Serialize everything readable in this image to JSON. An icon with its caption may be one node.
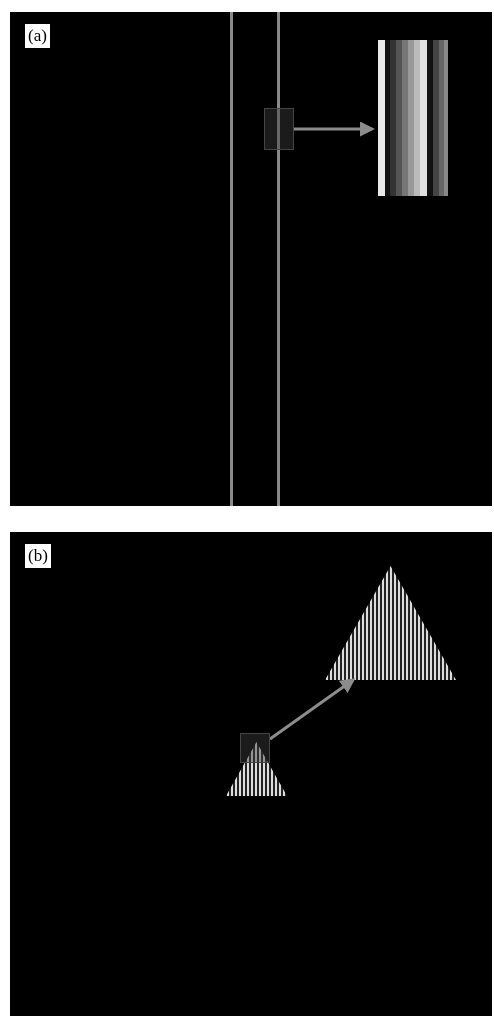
{
  "diagram": {
    "nodes": [
      {
        "text": [
          "(a)"
        ]
      },
      {
        "text": [],
        "shape": "box",
        "in": 0
      },
      {
        "text": [],
        "shape": "picture",
        "in": 0
      },
      {
        "text": [
          "(b)"
        ]
      },
      {
        "text": [],
        "shape": "box",
        "in": 3
      },
      {
        "text": [],
        "shape": "picture",
        "in": 3
      }
    ],
    "edges": [
      {
        "from": 1,
        "to": 2,
        "arrow": "to"
      },
      {
        "from": 4,
        "to": 5,
        "arrow": "to"
      }
    ]
  }
}
